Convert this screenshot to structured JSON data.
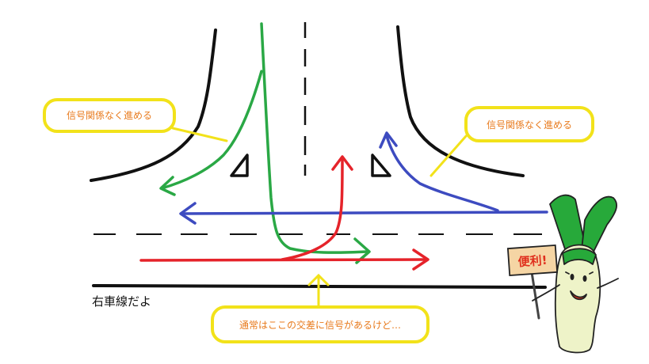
{
  "callouts": {
    "left": "信号関係なく進める",
    "right": "信号関係なく進める",
    "bottom": "通常はここの交差に信号があるけど…"
  },
  "caption": "右車線だよ",
  "mascot": {
    "sign": "便利!"
  },
  "colors": {
    "road": "#111111",
    "green_route": "#2aa845",
    "blue_route": "#3d4bc0",
    "red_route": "#e5232a",
    "callout_border": "#f2e21a",
    "callout_text": "#e87a1c",
    "mascot_green": "#27a93a",
    "mascot_body": "#eef3c8",
    "sign_board": "#f5d5a4"
  }
}
